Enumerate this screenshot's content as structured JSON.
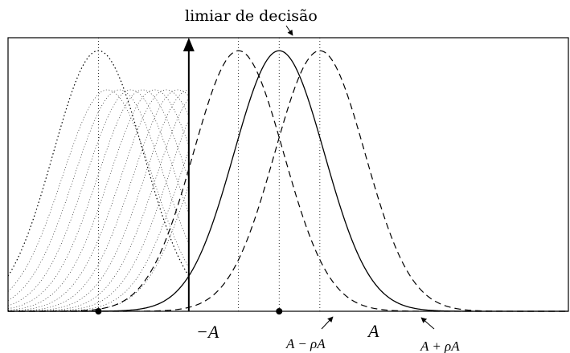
{
  "chart_data": {
    "type": "line",
    "title": "",
    "xlabel": "",
    "ylabel": "",
    "grid": false,
    "legend": "none",
    "xlim": [
      -2.0,
      4.2
    ],
    "ylim": [
      0,
      1.05
    ],
    "A": 1.0,
    "rho": 0.45,
    "sigma": 0.5,
    "threshold_x": 0.0,
    "dotted_guides_x": [
      -1.0,
      0.55,
      1.0,
      1.45
    ],
    "markers_x": [
      -1.0,
      1.0
    ],
    "series": [
      {
        "x_center": 1.0,
        "style": "solid",
        "color": "#000000"
      },
      {
        "x_center": 0.55,
        "style": "dashed",
        "color": "#000000"
      },
      {
        "x_center": 1.45,
        "style": "dashed",
        "color": "#000000"
      },
      {
        "x_center": -1.0,
        "style": "dotted",
        "color": "#000000",
        "truncate_at": 0.0
      }
    ]
  },
  "labels": {
    "threshold": "limiar de decisão",
    "minus_A": "−A",
    "A": "A",
    "A_minus_rhoA": "A − ρA",
    "A_plus_rhoA": "A + ρA"
  }
}
